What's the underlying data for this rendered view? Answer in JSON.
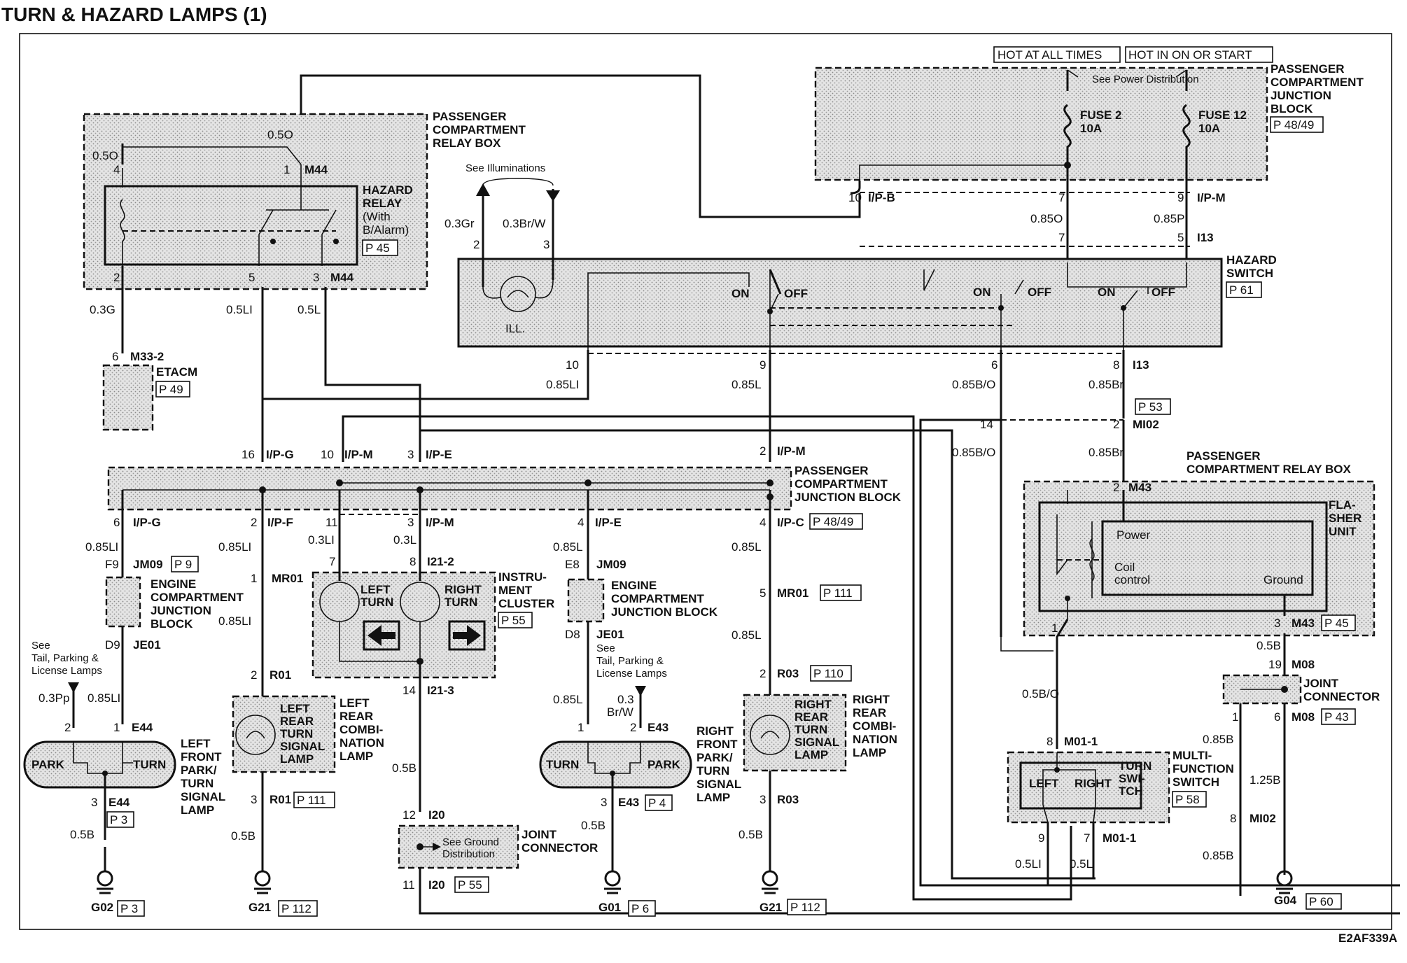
{
  "title": "TURN & HAZARD LAMPS (1)",
  "figure_code": "E2AF339A",
  "power": {
    "hot_at_all_times": "HOT AT ALL TIMES",
    "hot_in_on_or_start": "HOT IN ON OR START",
    "see_power_distribution": "See Power Distribution",
    "fuse2": "FUSE 2",
    "fuse2_rating": "10A",
    "fuse12": "FUSE 12",
    "fuse12_rating": "10A"
  },
  "blocks": {
    "pcjb_top": {
      "line1": "PASSENGER",
      "line2": "COMPARTMENT",
      "line3": "JUNCTION",
      "line4": "BLOCK",
      "page": "P 48/49"
    },
    "relay_box_top": {
      "line1": "PASSENGER",
      "line2": "COMPARTMENT",
      "line3": "RELAY BOX"
    },
    "hazard_relay": {
      "line1": "HAZARD",
      "line2": "RELAY",
      "line3": "(With",
      "line4": "B/Alarm)",
      "page": "P 45"
    },
    "see_illuminations": "See Illuminations",
    "ill": "ILL.",
    "hazard_switch": {
      "line1": "HAZARD",
      "line2": "SWITCH",
      "page": "P 61",
      "on": "ON",
      "off": "OFF"
    },
    "etacm": {
      "name": "ETACM",
      "page": "P 49"
    },
    "pcjb_mid": {
      "line1": "PASSENGER",
      "line2": "COMPARTMENT",
      "line3": "JUNCTION BLOCK",
      "page": "P 48/49"
    },
    "relay_box_right": {
      "line1": "PASSENGER",
      "line2": "COMPARTMENT RELAY BOX"
    },
    "flasher": {
      "line1": "FLA-",
      "line2": "SHER",
      "line3": "UNIT",
      "power": "Power",
      "coil1": "Coil",
      "coil2": "control",
      "ground": "Ground",
      "page": "P 45"
    },
    "ecjb_left": {
      "line1": "ENGINE",
      "line2": "COMPARTMENT",
      "line3": "JUNCTION",
      "line4": "BLOCK",
      "page": "P 9"
    },
    "ecjb_mid": {
      "line1": "ENGINE",
      "line2": "COMPARTMENT",
      "line3": "JUNCTION BLOCK"
    },
    "see_tail_left": {
      "line1": "See",
      "line2": "Tail, Parking &",
      "line3": "License Lamps"
    },
    "see_tail_mid": {
      "line1": "See",
      "line2": "Tail, Parking &",
      "line3": "License Lamps"
    },
    "instrument_cluster": {
      "line1": "INSTRU-",
      "line2": "MENT",
      "line3": "CLUSTER",
      "page": "P 55",
      "left1": "LEFT",
      "left2": "TURN",
      "right1": "RIGHT",
      "right2": "TURN"
    },
    "left_front_lamp": {
      "park": "PARK",
      "turn": "TURN",
      "line1": "LEFT",
      "line2": "FRONT",
      "line3": "PARK/",
      "line4": "TURN",
      "line5": "SIGNAL",
      "line6": "LAMP",
      "page": "P 3"
    },
    "left_rear_lamp": {
      "in1": "LEFT",
      "in2": "REAR",
      "in3": "TURN",
      "in4": "SIGNAL",
      "in5": "LAMP",
      "line1": "LEFT",
      "line2": "REAR",
      "line3": "COMBI-",
      "line4": "NATION",
      "line5": "LAMP",
      "page": "P 111"
    },
    "right_front_lamp": {
      "turn": "TURN",
      "park": "PARK",
      "line1": "RIGHT",
      "line2": "FRONT",
      "line3": "PARK/",
      "line4": "TURN",
      "line5": "SIGNAL",
      "line6": "LAMP",
      "page": "P 4"
    },
    "right_rear_lamp": {
      "in1": "RIGHT",
      "in2": "REAR",
      "in3": "TURN",
      "in4": "SIGNAL",
      "in5": "LAMP",
      "line1": "RIGHT",
      "line2": "REAR",
      "line3": "COMBI-",
      "line4": "NATION",
      "line5": "LAMP",
      "page_a": "P 111",
      "page_b": "P 110"
    },
    "joint_connector_mid": {
      "line1": "JOINT",
      "line2": "CONNECTOR",
      "see1": "See Ground",
      "see2": "Distribution",
      "page": "P 55"
    },
    "joint_connector_right": {
      "line1": "JOINT",
      "line2": "CONNECTOR",
      "page": "P 43"
    },
    "multifunction": {
      "line1": "MULTI-",
      "line2": "FUNCTION",
      "line3": "SWITCH",
      "page": "P 58",
      "left": "LEFT",
      "right": "RIGHT",
      "ts1": "TURN",
      "ts2": "SWI-",
      "ts3": "TCH"
    }
  },
  "connectors": {
    "c_ipb": "I/P-B",
    "c_ipm": "I/P-M",
    "c_i13": "I13",
    "c_m44": "M44",
    "c_m33_2": "M33-2",
    "c_ipg": "I/P-G",
    "c_ipe": "I/P-E",
    "c_ipf": "I/P-F",
    "c_ipc": "I/P-C",
    "c_mi02": "MI02",
    "c_m43": "M43",
    "c_jm09": "JM09",
    "c_je01": "JE01",
    "c_mr01": "MR01",
    "c_i21_2": "I21-2",
    "c_i21_3": "I21-3",
    "c_e44": "E44",
    "c_e43": "E43",
    "c_r01": "R01",
    "c_r03": "R03",
    "c_i20": "I20",
    "c_m08": "M08",
    "c_m01_1": "M01-1",
    "f9": "F9",
    "d9": "D9",
    "e8": "E8",
    "d8": "D8"
  },
  "wires": {
    "w05o": "0.5O",
    "w03g": "0.3G",
    "w05li": "0.5LI",
    "w05l": "0.5L",
    "w03gr": "0.3Gr",
    "w03brw": "0.3Br/W",
    "w085o": "0.85O",
    "w085p": "0.85P",
    "w085li": "0.85LI",
    "w085l": "0.85L",
    "w085bo": "0.85B/O",
    "w085br": "0.85Br",
    "w03li": "0.3LI",
    "w03l": "0.3L",
    "w03pp": "0.3Pp",
    "w03": "0.3",
    "wbrw": "Br/W",
    "w05b": "0.5B",
    "w05bo": "0.5B/O",
    "w085b": "0.85B",
    "w125b": "1.25B"
  },
  "grounds": {
    "g02": "G02",
    "g21": "G21",
    "g01": "G01",
    "g04": "G04",
    "p3": "P 3",
    "p112": "P 112",
    "p6": "P 6",
    "p60": "P 60",
    "p53": "P 53"
  },
  "pins": {
    "p1": "1",
    "p2": "2",
    "p3": "3",
    "p4": "4",
    "p5": "5",
    "p6": "6",
    "p7": "7",
    "p8": "8",
    "p9": "9",
    "p10": "10",
    "p11": "11",
    "p12": "12",
    "p14": "14",
    "p16": "16",
    "p19": "19"
  }
}
